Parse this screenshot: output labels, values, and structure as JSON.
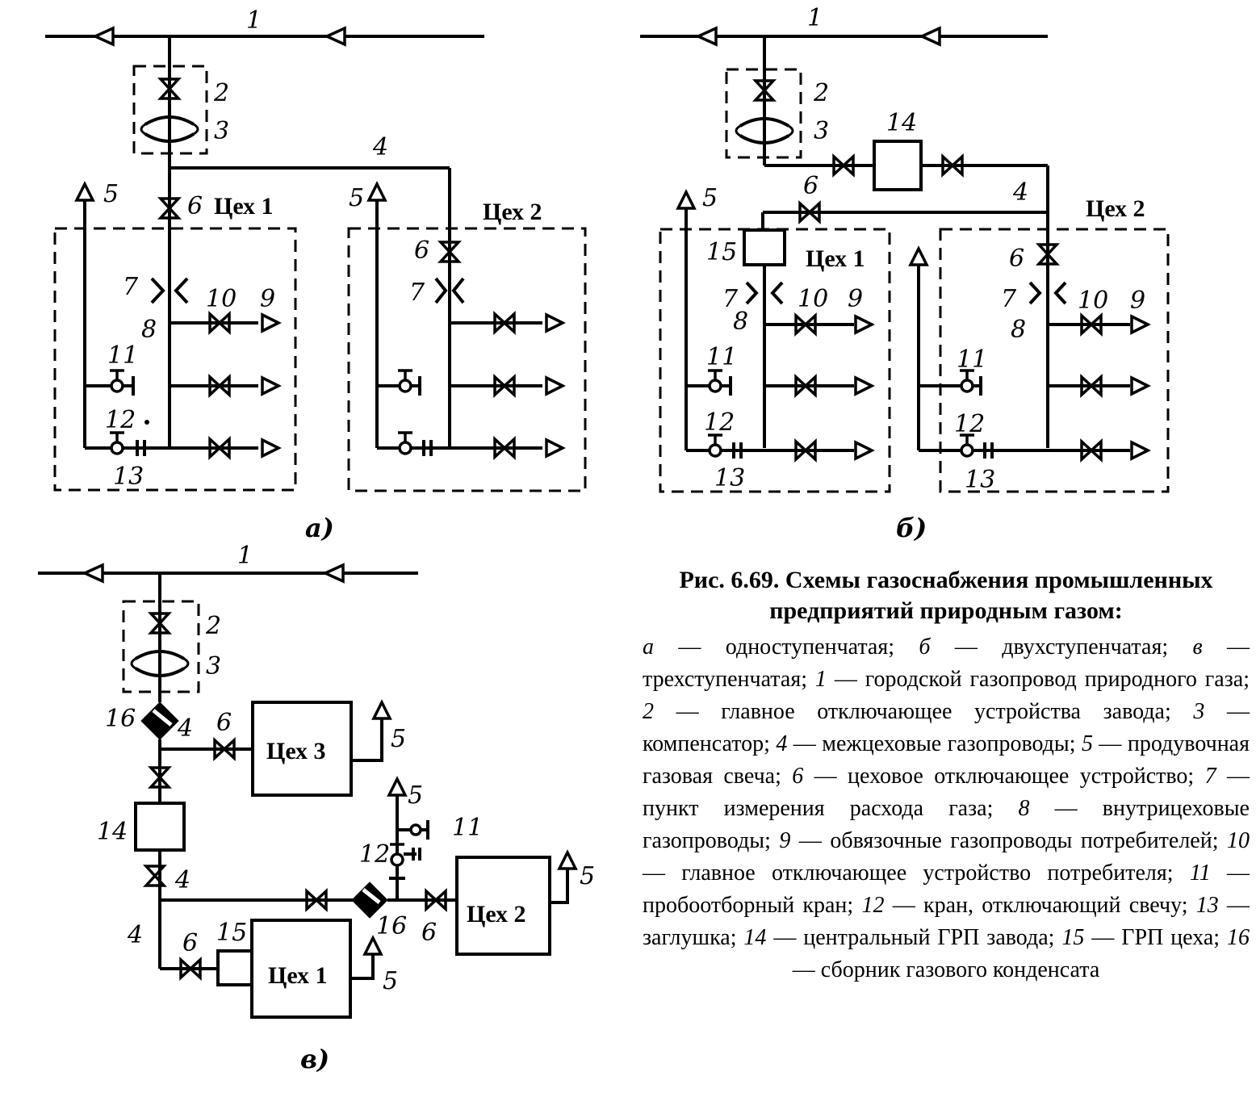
{
  "diagram_a": {
    "subtitle": "а)",
    "labels": {
      "n1": "1",
      "n2": "2",
      "n3": "3",
      "n4": "4",
      "n5a": "5",
      "n5b": "5",
      "n6a": "6",
      "n6b": "6",
      "n7a": "7",
      "n7b": "7",
      "n8": "8",
      "n9": "9",
      "n10": "10",
      "n11": "11",
      "n12": "12",
      "n13": "13"
    },
    "shop1": "Цех 1",
    "shop2": "Цех 2"
  },
  "diagram_b": {
    "subtitle": "б)",
    "labels": {
      "n1": "1",
      "n2": "2",
      "n3": "3",
      "n4": "4",
      "n5": "5",
      "n6a": "6",
      "n6b": "6",
      "n7": "7",
      "n8": "8",
      "n9": "9",
      "n10": "10",
      "n11": "11",
      "n12": "12",
      "n13": "13",
      "n14": "14",
      "n15": "15"
    },
    "shop1": "Цех 1",
    "shop2": "Цех 2"
  },
  "diagram_c": {
    "subtitle": "в)",
    "labels": {
      "n1": "1",
      "n2": "2",
      "n3": "3",
      "n4": "4",
      "n5": "5",
      "n6": "6",
      "n11": "11",
      "n12": "12",
      "n14": "14",
      "n15": "15",
      "n16": "16"
    },
    "shop1": "Цех 1",
    "shop2": "Цех 2",
    "shop3": "Цех 3"
  },
  "caption": {
    "title": "Рис. 6.69. Схемы газоснабжения промышленных предприятий природным газом:",
    "items": [
      {
        "key": "а",
        "text": "одноступенчатая"
      },
      {
        "key": "б",
        "text": "двухступенчатая"
      },
      {
        "key": "в",
        "text": "трехступенчатая"
      },
      {
        "key": "1",
        "text": "городской газопровод природного газа"
      },
      {
        "key": "2",
        "text": "главное отключающее устройства завода"
      },
      {
        "key": "3",
        "text": "компенсатор"
      },
      {
        "key": "4",
        "text": "межцеховые газопроводы"
      },
      {
        "key": "5",
        "text": "продувочная газовая свеча"
      },
      {
        "key": "6",
        "text": "цеховое отключающее устройство"
      },
      {
        "key": "7",
        "text": "пункт измерения расхода газа"
      },
      {
        "key": "8",
        "text": "внутрицеховые газопроводы"
      },
      {
        "key": "9",
        "text": "обвязочные газопроводы потребителей"
      },
      {
        "key": "10",
        "text": "главное отключающее устройство потребителя"
      },
      {
        "key": "11",
        "text": "пробоотборный кран"
      },
      {
        "key": "12",
        "text": "кран, отключающий свечу"
      },
      {
        "key": "13",
        "text": "заглушка"
      },
      {
        "key": "14",
        "text": "центральный ГРП завода"
      },
      {
        "key": "15",
        "text": "ГРП цеха"
      },
      {
        "key": "16",
        "text": "сборник газового конденсата"
      }
    ]
  }
}
